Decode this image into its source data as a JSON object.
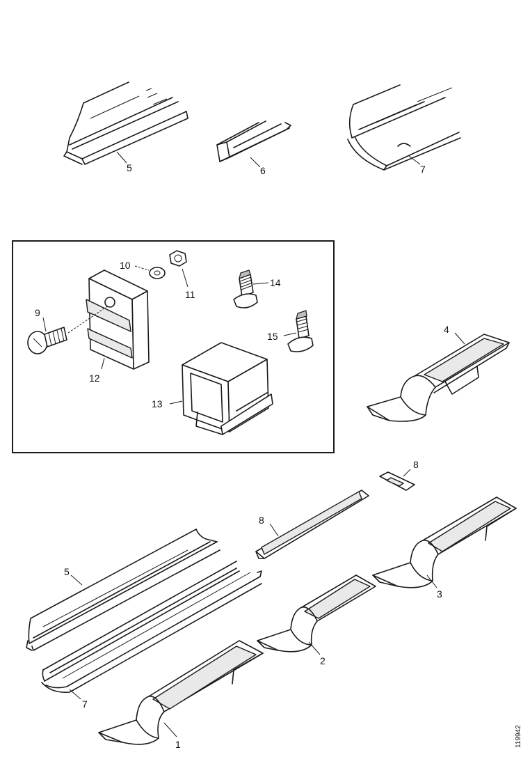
{
  "callouts": {
    "c5_top": "5",
    "c6_top": "6",
    "c7_top": "7",
    "c10": "10",
    "c11": "11",
    "c14": "14",
    "c9": "9",
    "c15": "15",
    "c12": "12",
    "c13": "13",
    "c4": "4",
    "c8_plate": "8",
    "c8_rail": "8",
    "c5_bottom": "5",
    "c3": "3",
    "c2": "2",
    "c7_bottom": "7",
    "c1": "1"
  },
  "drawing_code": "119942"
}
